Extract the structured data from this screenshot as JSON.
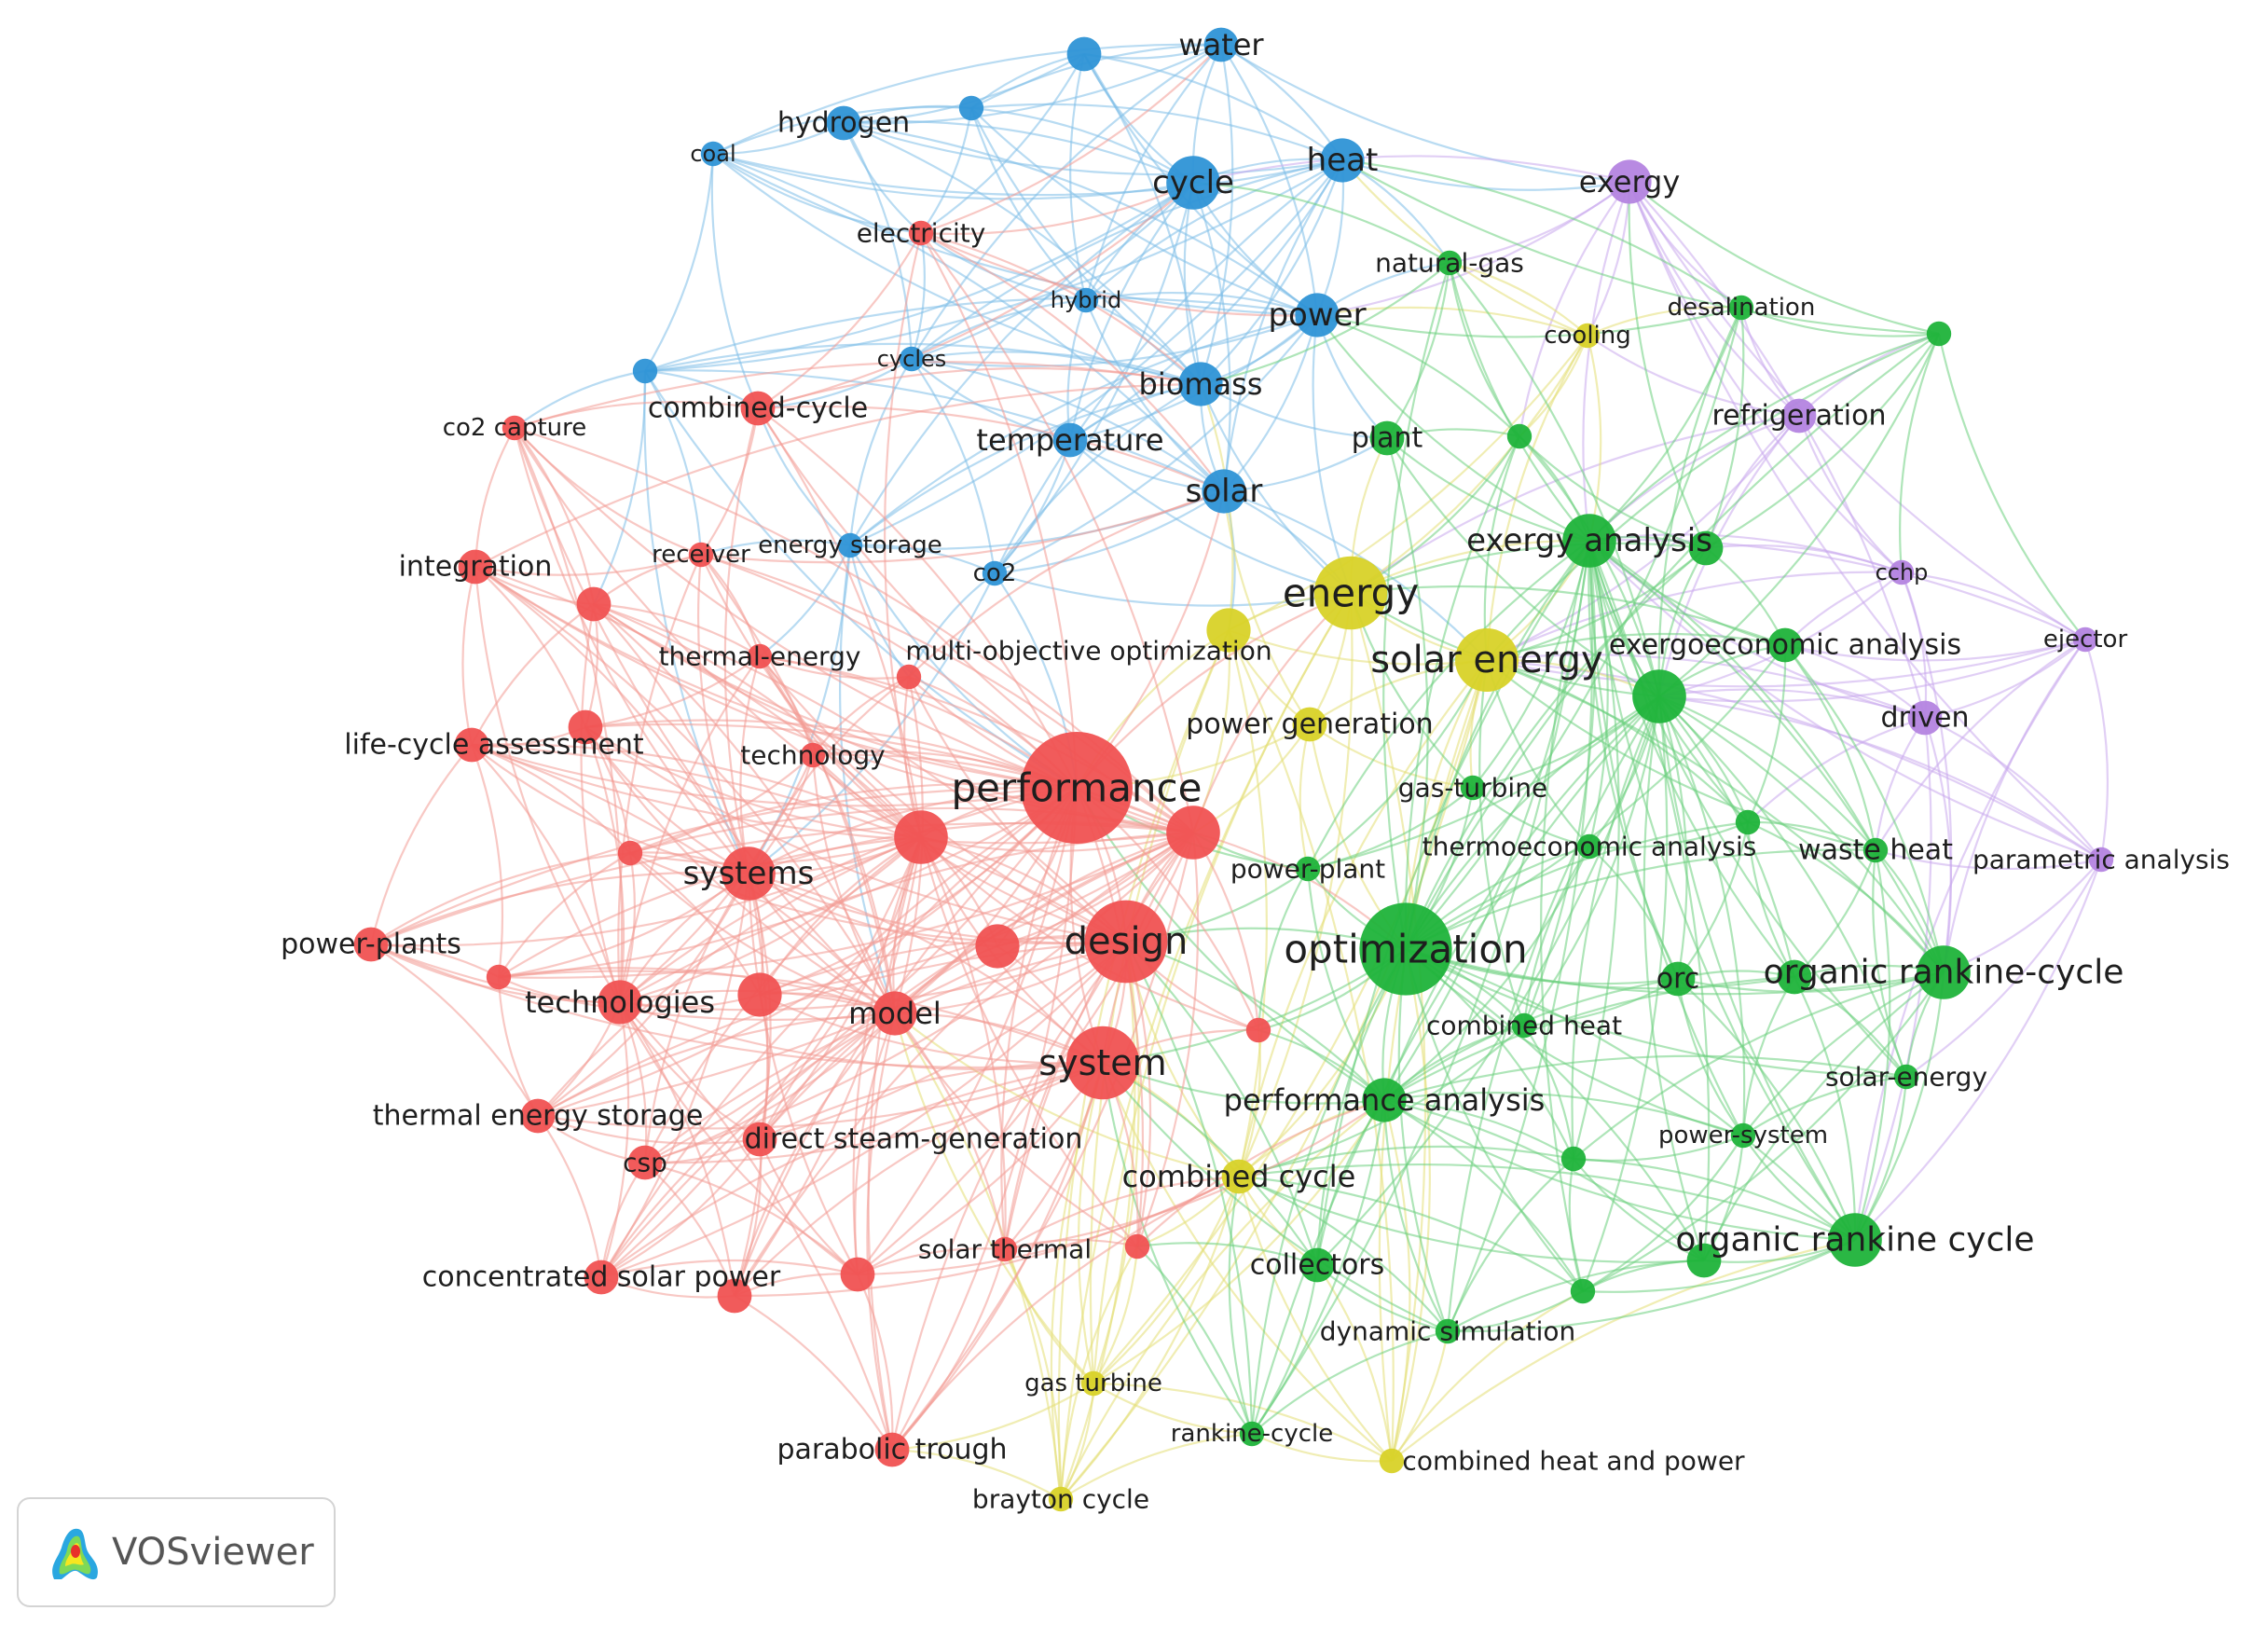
{
  "cluster_colors": {
    "red": "#f05252",
    "green": "#1fb33a",
    "blue": "#2e93d6",
    "yellow": "#d8d228",
    "purple": "#b484e0"
  },
  "link_colors": {
    "red": "#f29a93",
    "green": "#6ccf7e",
    "blue": "#7dbde8",
    "yellow": "#e3df74",
    "purple": "#c9a7ec"
  },
  "brand": {
    "name": "VOSviewer",
    "logo_icon": "vosviewer-logo-icon"
  },
  "nodes": [
    {
      "id": "water",
      "label": "water",
      "cluster": "blue",
      "weight": 2
    },
    {
      "id": "blue-top-1",
      "label": "",
      "cluster": "blue",
      "weight": 2
    },
    {
      "id": "blue-top-2",
      "label": "",
      "cluster": "blue",
      "weight": 1
    },
    {
      "id": "hydrogen",
      "label": "hydrogen",
      "cluster": "blue",
      "weight": 2
    },
    {
      "id": "coal",
      "label": "coal",
      "cluster": "blue",
      "weight": 1
    },
    {
      "id": "cycle",
      "label": "cycle",
      "cluster": "blue",
      "weight": 4
    },
    {
      "id": "heat",
      "label": "heat",
      "cluster": "blue",
      "weight": 3
    },
    {
      "id": "hybrid",
      "label": "hybrid",
      "cluster": "blue",
      "weight": 1
    },
    {
      "id": "power",
      "label": "power",
      "cluster": "blue",
      "weight": 3
    },
    {
      "id": "cycles",
      "label": "cycles",
      "cluster": "blue",
      "weight": 1
    },
    {
      "id": "blue-left",
      "label": "",
      "cluster": "blue",
      "weight": 1
    },
    {
      "id": "biomass",
      "label": "biomass",
      "cluster": "blue",
      "weight": 3
    },
    {
      "id": "temperature",
      "label": "temperature",
      "cluster": "blue",
      "weight": 2
    },
    {
      "id": "solar",
      "label": "solar",
      "cluster": "blue",
      "weight": 3
    },
    {
      "id": "energy-storage",
      "label": "energy storage",
      "cluster": "blue",
      "weight": 1
    },
    {
      "id": "co2",
      "label": "co2",
      "cluster": "blue",
      "weight": 1
    },
    {
      "id": "exergy",
      "label": "exergy",
      "cluster": "purple",
      "weight": 3
    },
    {
      "id": "refrigeration",
      "label": "refrigeration",
      "cluster": "purple",
      "weight": 2
    },
    {
      "id": "cchp",
      "label": "cchp",
      "cluster": "purple",
      "weight": 1
    },
    {
      "id": "ejector",
      "label": "ejector",
      "cluster": "purple",
      "weight": 1
    },
    {
      "id": "driven",
      "label": "driven",
      "cluster": "purple",
      "weight": 2
    },
    {
      "id": "parametric-analysis",
      "label": "parametric analysis",
      "cluster": "purple",
      "weight": 1
    },
    {
      "id": "energy",
      "label": "energy",
      "cluster": "yellow",
      "weight": 6
    },
    {
      "id": "solar-energy",
      "label": "solar energy",
      "cluster": "yellow",
      "weight": 5
    },
    {
      "id": "multi-objective-optimization",
      "label": "multi-objective optimization",
      "cluster": "yellow",
      "weight": 3
    },
    {
      "id": "power-generation",
      "label": "power generation",
      "cluster": "yellow",
      "weight": 2
    },
    {
      "id": "cooling",
      "label": "cooling",
      "cluster": "yellow",
      "weight": 1
    },
    {
      "id": "combined-cycle-y",
      "label": "combined cycle",
      "cluster": "yellow",
      "weight": 2
    },
    {
      "id": "gas-turbine",
      "label": "gas turbine",
      "cluster": "yellow",
      "weight": 1
    },
    {
      "id": "combined-heat-and-power",
      "label": "combined heat and power",
      "cluster": "yellow",
      "weight": 1
    },
    {
      "id": "brayton-cycle",
      "label": "brayton cycle",
      "cluster": "yellow",
      "weight": 1
    },
    {
      "id": "natural-gas",
      "label": "natural-gas",
      "cluster": "green",
      "weight": 1
    },
    {
      "id": "desalination",
      "label": "desalination",
      "cluster": "green",
      "weight": 1
    },
    {
      "id": "green-tr",
      "label": "",
      "cluster": "green",
      "weight": 1
    },
    {
      "id": "plant",
      "label": "plant",
      "cluster": "green",
      "weight": 2
    },
    {
      "id": "green-sm-1",
      "label": "",
      "cluster": "green",
      "weight": 1
    },
    {
      "id": "exergy-analysis",
      "label": "exergy analysis",
      "cluster": "green",
      "weight": 4
    },
    {
      "id": "green-r1",
      "label": "",
      "cluster": "green",
      "weight": 2
    },
    {
      "id": "exergoeconomic-analysis",
      "label": "exergoeconomic analysis",
      "cluster": "green",
      "weight": 2
    },
    {
      "id": "green-big",
      "label": "",
      "cluster": "green",
      "weight": 4
    },
    {
      "id": "gas-turbine-g",
      "label": "gas-turbine",
      "cluster": "green",
      "weight": 1
    },
    {
      "id": "thermoeconomic-analysis",
      "label": "thermoeconomic analysis",
      "cluster": "green",
      "weight": 1
    },
    {
      "id": "green-sm-2",
      "label": "",
      "cluster": "green",
      "weight": 1
    },
    {
      "id": "waste-heat",
      "label": "waste heat",
      "cluster": "green",
      "weight": 1
    },
    {
      "id": "power-plant",
      "label": "power-plant",
      "cluster": "green",
      "weight": 1
    },
    {
      "id": "optimization",
      "label": "optimization",
      "cluster": "green",
      "weight": 8
    },
    {
      "id": "orc",
      "label": "orc",
      "cluster": "green",
      "weight": 2
    },
    {
      "id": "organic-rankine-cycle-h",
      "label": "organic rankine-cycle",
      "cluster": "green",
      "weight": 4
    },
    {
      "id": "green-orc-l",
      "label": "",
      "cluster": "green",
      "weight": 2
    },
    {
      "id": "combined-heat",
      "label": "combined heat",
      "cluster": "green",
      "weight": 1
    },
    {
      "id": "solar-energy-g",
      "label": "solar-energy",
      "cluster": "green",
      "weight": 1
    },
    {
      "id": "performance-analysis",
      "label": "performance analysis",
      "cluster": "green",
      "weight": 3
    },
    {
      "id": "power-system",
      "label": "power-system",
      "cluster": "green",
      "weight": 1
    },
    {
      "id": "green-sm-3",
      "label": "",
      "cluster": "green",
      "weight": 1
    },
    {
      "id": "organic-rankine-cycle",
      "label": "organic rankine cycle",
      "cluster": "green",
      "weight": 4
    },
    {
      "id": "green-orc2-l",
      "label": "",
      "cluster": "green",
      "weight": 2
    },
    {
      "id": "collectors",
      "label": "collectors",
      "cluster": "green",
      "weight": 2
    },
    {
      "id": "dynamic-simulation",
      "label": "dynamic simulation",
      "cluster": "green",
      "weight": 1
    },
    {
      "id": "green-sm-4",
      "label": "",
      "cluster": "green",
      "weight": 1
    },
    {
      "id": "rankine-cycle",
      "label": "rankine-cycle",
      "cluster": "green",
      "weight": 1
    },
    {
      "id": "electricity",
      "label": "electricity",
      "cluster": "red",
      "weight": 1
    },
    {
      "id": "combined-cycle-r",
      "label": "combined-cycle",
      "cluster": "red",
      "weight": 2
    },
    {
      "id": "co2-capture",
      "label": "co2 capture",
      "cluster": "red",
      "weight": 1
    },
    {
      "id": "integration",
      "label": "integration",
      "cluster": "red",
      "weight": 2
    },
    {
      "id": "receiver",
      "label": "receiver",
      "cluster": "red",
      "weight": 1
    },
    {
      "id": "red-sm-1",
      "label": "",
      "cluster": "red",
      "weight": 2
    },
    {
      "id": "thermal-energy",
      "label": "thermal-energy",
      "cluster": "red",
      "weight": 1
    },
    {
      "id": "red-sm-2",
      "label": "",
      "cluster": "red",
      "weight": 1
    },
    {
      "id": "red-sm-3",
      "label": "",
      "cluster": "red",
      "weight": 2
    },
    {
      "id": "life-cycle-assessment",
      "label": "life-cycle assessment",
      "cluster": "red",
      "weight": 2
    },
    {
      "id": "technology",
      "label": "technology",
      "cluster": "red",
      "weight": 1
    },
    {
      "id": "performance",
      "label": "performance",
      "cluster": "red",
      "weight": 10
    },
    {
      "id": "red-mid-1",
      "label": "",
      "cluster": "red",
      "weight": 4
    },
    {
      "id": "red-mid-2",
      "label": "",
      "cluster": "red",
      "weight": 4
    },
    {
      "id": "red-sm-4",
      "label": "",
      "cluster": "red",
      "weight": 1
    },
    {
      "id": "systems",
      "label": "systems",
      "cluster": "red",
      "weight": 4
    },
    {
      "id": "power-plants",
      "label": "power-plants",
      "cluster": "red",
      "weight": 2
    },
    {
      "id": "red-sm-5",
      "label": "",
      "cluster": "red",
      "weight": 1
    },
    {
      "id": "technologies",
      "label": "technologies",
      "cluster": "red",
      "weight": 3
    },
    {
      "id": "red-sm-6",
      "label": "",
      "cluster": "red",
      "weight": 3
    },
    {
      "id": "model",
      "label": "model",
      "cluster": "red",
      "weight": 3
    },
    {
      "id": "red-mid-3",
      "label": "",
      "cluster": "red",
      "weight": 3
    },
    {
      "id": "design",
      "label": "design",
      "cluster": "red",
      "weight": 7
    },
    {
      "id": "red-sm-7",
      "label": "",
      "cluster": "red",
      "weight": 1
    },
    {
      "id": "system",
      "label": "system",
      "cluster": "red",
      "weight": 6
    },
    {
      "id": "thermal-energy-storage",
      "label": "thermal energy storage",
      "cluster": "red",
      "weight": 2
    },
    {
      "id": "direct-steam-generation",
      "label": "direct steam-generation",
      "cluster": "red",
      "weight": 2
    },
    {
      "id": "csp",
      "label": "csp",
      "cluster": "red",
      "weight": 2
    },
    {
      "id": "solar-thermal",
      "label": "solar thermal",
      "cluster": "red",
      "weight": 1
    },
    {
      "id": "red-sm-8",
      "label": "",
      "cluster": "red",
      "weight": 1
    },
    {
      "id": "concentrated-solar-power",
      "label": "concentrated solar power",
      "cluster": "red",
      "weight": 2
    },
    {
      "id": "red-sm-9",
      "label": "",
      "cluster": "red",
      "weight": 2
    },
    {
      "id": "red-sm-10",
      "label": "",
      "cluster": "red",
      "weight": 2
    },
    {
      "id": "parabolic-trough",
      "label": "parabolic trough",
      "cluster": "red",
      "weight": 2
    }
  ]
}
